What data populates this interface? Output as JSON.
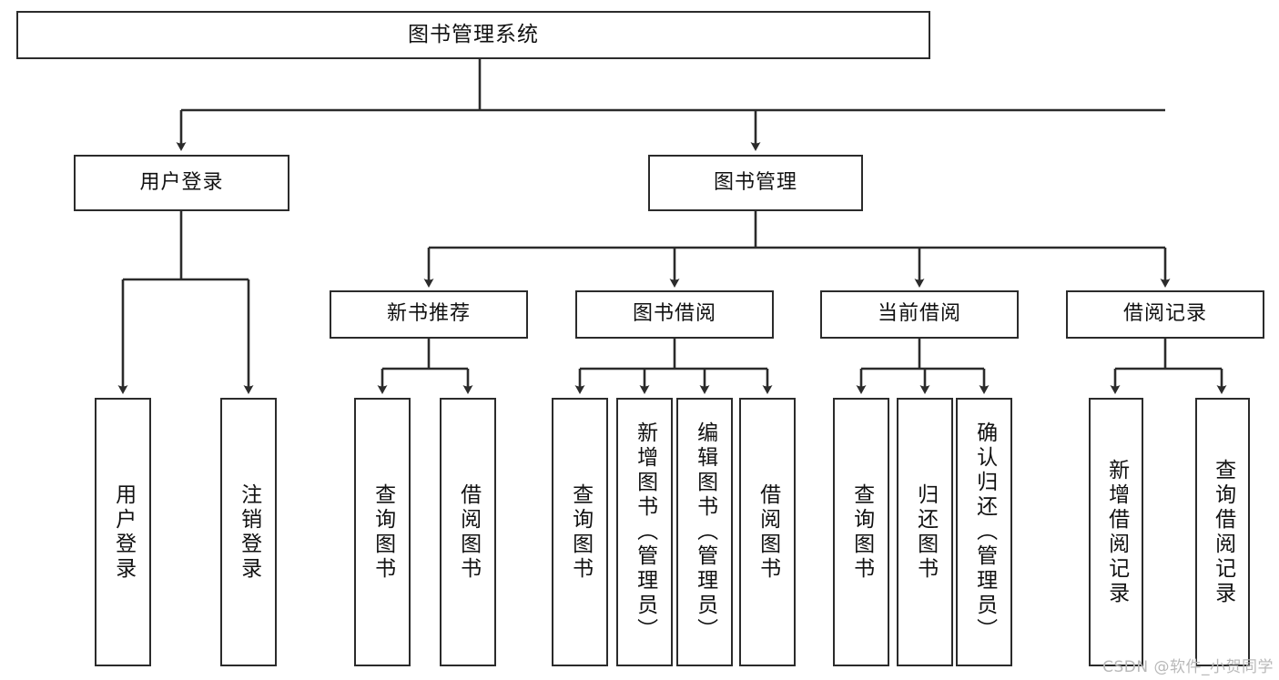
{
  "diagram": {
    "title": "图书管理系统",
    "type": "tree-hierarchy-chart",
    "colors": {
      "box_border": "#2b2b2b",
      "box_fill": "#ffffff",
      "connector": "#2b2b2b",
      "text": "#111111",
      "watermark": "#b9b9b9",
      "background": "#ffffff"
    },
    "watermark": "CSDN @软件_小贺同学",
    "nodes": {
      "root": {
        "label": "图书管理系统"
      },
      "level2": [
        {
          "label": "用户登录"
        },
        {
          "label": "图书管理"
        }
      ],
      "level3": [
        {
          "label": "新书推荐"
        },
        {
          "label": "图书借阅"
        },
        {
          "label": "当前借阅"
        },
        {
          "label": "借阅记录"
        }
      ],
      "leaves": {
        "user_login": [
          {
            "label": "用户登录"
          },
          {
            "label": "注销登录"
          }
        ],
        "new_book_recommend": [
          {
            "label": "查询图书"
          },
          {
            "label": "借阅图书"
          }
        ],
        "book_borrow": [
          {
            "label": "查询图书"
          },
          {
            "label": "新增图书（管理员）"
          },
          {
            "label": "编辑图书（管理员）"
          },
          {
            "label": "借阅图书"
          }
        ],
        "current_borrow": [
          {
            "label": "查询图书"
          },
          {
            "label": "归还图书"
          },
          {
            "label": "确认归还（管理员）"
          }
        ],
        "borrow_record": [
          {
            "label": "新增借阅记录"
          },
          {
            "label": "查询借阅记录"
          }
        ]
      }
    }
  }
}
